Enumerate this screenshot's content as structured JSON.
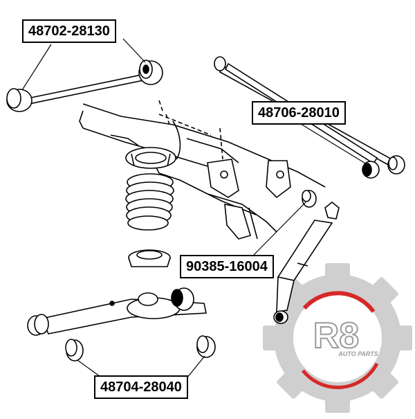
{
  "diagram": {
    "parts": [
      {
        "id": "upper-control-arm",
        "number": "48702-28130"
      },
      {
        "id": "lateral-control-rod",
        "number": "48706-28010"
      },
      {
        "id": "shock-absorber-bushing",
        "number": "90385-16004"
      },
      {
        "id": "lower-control-arm-bushing",
        "number": "48704-28040"
      }
    ]
  },
  "logo": {
    "mark": "R8",
    "tagline": "AUTO PARTS",
    "colors": {
      "gear": "#cfcfcf",
      "ring": "#ffffff",
      "accent": "#d62828"
    }
  },
  "colors": {
    "line": "#000000",
    "background": "#ffffff"
  }
}
